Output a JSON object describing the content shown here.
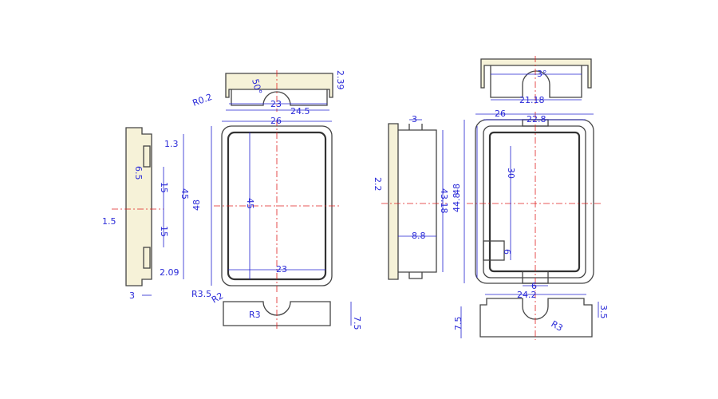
{
  "front_top_view": {
    "r02": "R0.2",
    "angle": "50°",
    "h239": "2.39",
    "w23": "23",
    "w245": "24.5"
  },
  "front_main_view": {
    "w26": "26",
    "h48": "48",
    "h45": "45",
    "w23": "23",
    "r35": "R3.5",
    "r2": "R2"
  },
  "front_bottom_view": {
    "r3": "R3",
    "h75": "7.5"
  },
  "left_side_view": {
    "d13": "1.3",
    "d65": "6.5",
    "d15a": "15",
    "d15b": "15",
    "d45": "45",
    "d15": "1.5",
    "d209": "2.09",
    "d3": "3"
  },
  "right_side_view": {
    "d3": "3",
    "d22": "2.2",
    "d4318": "43.18",
    "d88": "8.8"
  },
  "back_top_view": {
    "angle": "3°",
    "w2118": "21.18"
  },
  "back_main_view": {
    "w26": "26",
    "w228": "22.8",
    "h48": "48",
    "h448": "44.8",
    "h30": "30",
    "h6": "6",
    "w6": "6"
  },
  "back_bottom_view": {
    "w242": "24.2",
    "h75": "7.5",
    "h35": "3.5",
    "r3": "R3"
  },
  "colors": {
    "dimension": "#2a2ad8",
    "centerline": "#e02020",
    "section_fill": "#f6f2d8"
  }
}
